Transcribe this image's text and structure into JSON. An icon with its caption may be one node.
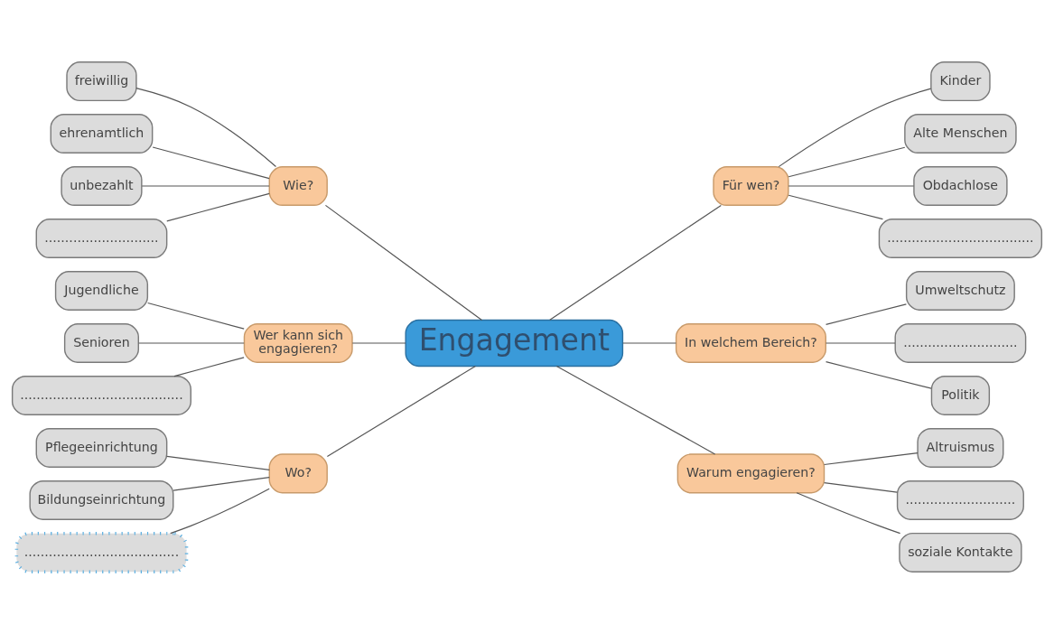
{
  "diagram": {
    "nodes": [
      {
        "text": [
          "Engagement"
        ]
      },
      {
        "text": [
          "Wie?"
        ]
      },
      {
        "text": [
          "freiwillig"
        ]
      },
      {
        "text": [
          "ehrenamtlich"
        ]
      },
      {
        "text": [
          "unbezahlt"
        ]
      },
      {
        "text": [
          "............................"
        ]
      },
      {
        "text": [
          "Für wen?"
        ]
      },
      {
        "text": [
          "Kinder"
        ]
      },
      {
        "text": [
          "Alte Menschen"
        ]
      },
      {
        "text": [
          "Obdachlose"
        ]
      },
      {
        "text": [
          "...................................."
        ]
      },
      {
        "text": [
          "Wer kann sich engagieren?"
        ]
      },
      {
        "text": [
          "Jugendliche"
        ]
      },
      {
        "text": [
          "Senioren"
        ]
      },
      {
        "text": [
          "........................................"
        ]
      },
      {
        "text": [
          "In welchem Bereich?"
        ]
      },
      {
        "text": [
          "Umweltschutz"
        ]
      },
      {
        "text": [
          "............................"
        ]
      },
      {
        "text": [
          "Politik"
        ]
      },
      {
        "text": [
          "Wo?"
        ]
      },
      {
        "text": [
          "Pflegeeinrichtung"
        ]
      },
      {
        "text": [
          "Bildungseinrichtung"
        ]
      },
      {
        "text": [
          "......................................"
        ]
      },
      {
        "text": [
          "Warum engagieren?"
        ]
      },
      {
        "text": [
          "Altruismus"
        ]
      },
      {
        "text": [
          "..........................."
        ]
      },
      {
        "text": [
          "soziale Kontakte"
        ]
      }
    ],
    "edges": [
      {
        "from": 0,
        "to": 1,
        "arrow": "none"
      },
      {
        "from": 1,
        "to": 2,
        "arrow": "none"
      },
      {
        "from": 1,
        "to": 3,
        "arrow": "none"
      },
      {
        "from": 1,
        "to": 4,
        "arrow": "none"
      },
      {
        "from": 1,
        "to": 5,
        "arrow": "none"
      },
      {
        "from": 0,
        "to": 6,
        "arrow": "none"
      },
      {
        "from": 6,
        "to": 7,
        "arrow": "none"
      },
      {
        "from": 6,
        "to": 8,
        "arrow": "none"
      },
      {
        "from": 6,
        "to": 9,
        "arrow": "none"
      },
      {
        "from": 6,
        "to": 10,
        "arrow": "none"
      },
      {
        "from": 0,
        "to": 11,
        "arrow": "none"
      },
      {
        "from": 11,
        "to": 12,
        "arrow": "none"
      },
      {
        "from": 11,
        "to": 13,
        "arrow": "none"
      },
      {
        "from": 11,
        "to": 14,
        "arrow": "none"
      },
      {
        "from": 0,
        "to": 15,
        "arrow": "none"
      },
      {
        "from": 15,
        "to": 16,
        "arrow": "none"
      },
      {
        "from": 15,
        "to": 17,
        "arrow": "none"
      },
      {
        "from": 15,
        "to": 18,
        "arrow": "none"
      },
      {
        "from": 0,
        "to": 19,
        "arrow": "none"
      },
      {
        "from": 19,
        "to": 20,
        "arrow": "none"
      },
      {
        "from": 19,
        "to": 21,
        "arrow": "none"
      },
      {
        "from": 19,
        "to": 22,
        "arrow": "none"
      },
      {
        "from": 0,
        "to": 23,
        "arrow": "none"
      },
      {
        "from": 23,
        "to": 24,
        "arrow": "none"
      },
      {
        "from": 23,
        "to": 25,
        "arrow": "none"
      },
      {
        "from": 23,
        "to": 26,
        "arrow": "none"
      }
    ]
  }
}
